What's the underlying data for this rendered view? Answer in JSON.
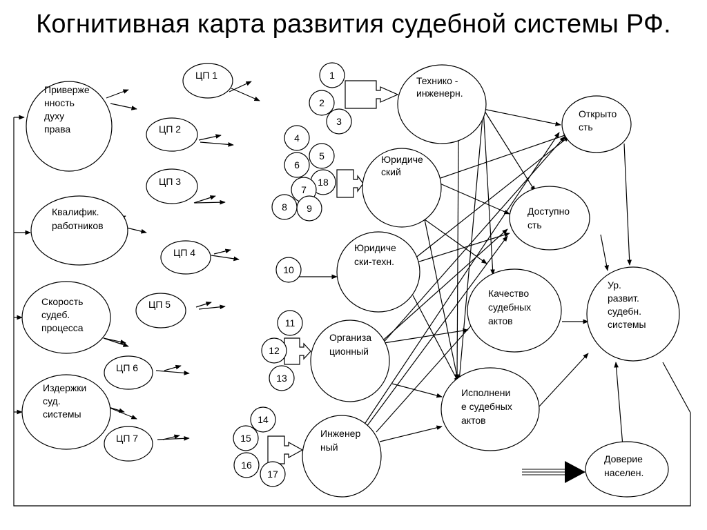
{
  "title": "Когнитивная карта развития судебной системы РФ.",
  "factors": [
    [
      "Привержe",
      "нность",
      "духу",
      "права"
    ],
    [
      "Квалифик.",
      "работников"
    ],
    [
      "Скорость",
      "судеб.",
      "процесса"
    ],
    [
      "Издержки",
      "суд.",
      "системы"
    ]
  ],
  "targets": [
    "ЦП 1",
    "ЦП 2",
    "ЦП 3",
    "ЦП 4",
    "ЦП 5",
    "ЦП 6",
    "ЦП 7"
  ],
  "small_numbers": [
    "1",
    "2",
    "3",
    "4",
    "5",
    "6",
    "18",
    "7",
    "8",
    "9",
    "10",
    "11",
    "12",
    "13",
    "14",
    "15",
    "16",
    "17"
  ],
  "subsystems": [
    [
      "Технико -",
      "инженерн."
    ],
    [
      "Юридиче",
      "ский"
    ],
    [
      "Юридиче",
      "ски-техн."
    ],
    [
      "Организа",
      "ционный"
    ],
    [
      "Инженер",
      "ный"
    ]
  ],
  "outcomes": [
    [
      "Открыто",
      "сть"
    ],
    [
      "Доступно",
      "сть"
    ],
    [
      "Качество",
      "судебных",
      "актов"
    ],
    [
      "Исполнени",
      "е судебных",
      "актов"
    ],
    [
      "Ур.",
      "развит.",
      "судебн.",
      "системы"
    ],
    [
      "Доверие",
      "населен."
    ]
  ]
}
